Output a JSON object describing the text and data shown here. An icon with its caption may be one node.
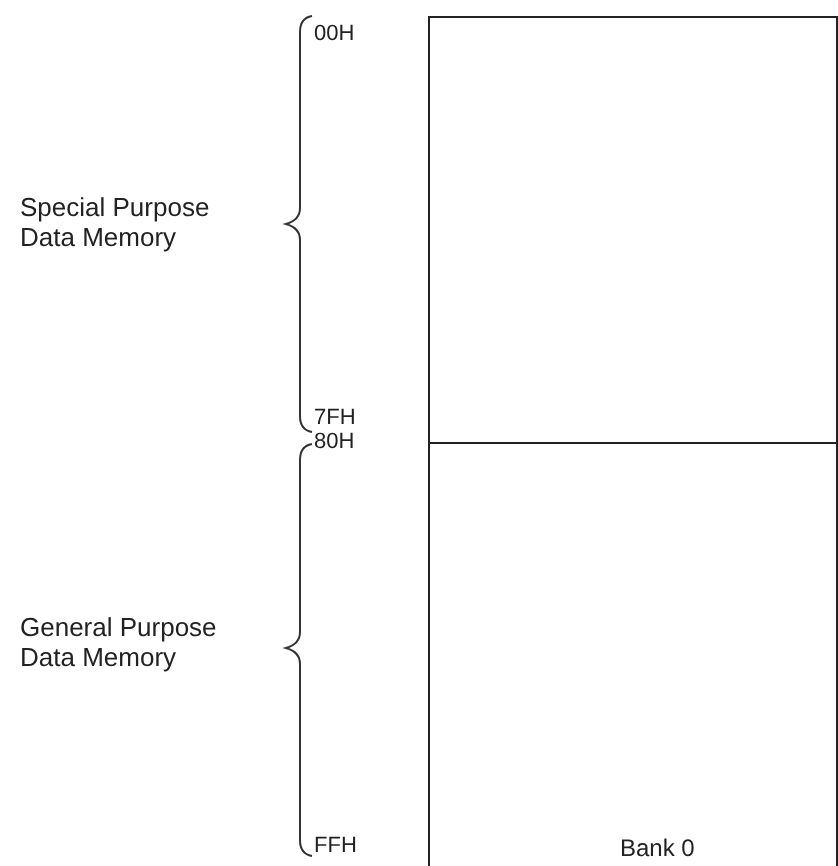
{
  "diagram": {
    "nodes": [
      {
        "text": [],
        "shape": "box"
      },
      {
        "text": [
          "Bank 0"
        ]
      }
    ],
    "labels": [
      "00H",
      "Special Purpose Data Memory",
      "7FH",
      "80H",
      "General Purpose Data Memory",
      "FFH"
    ]
  }
}
